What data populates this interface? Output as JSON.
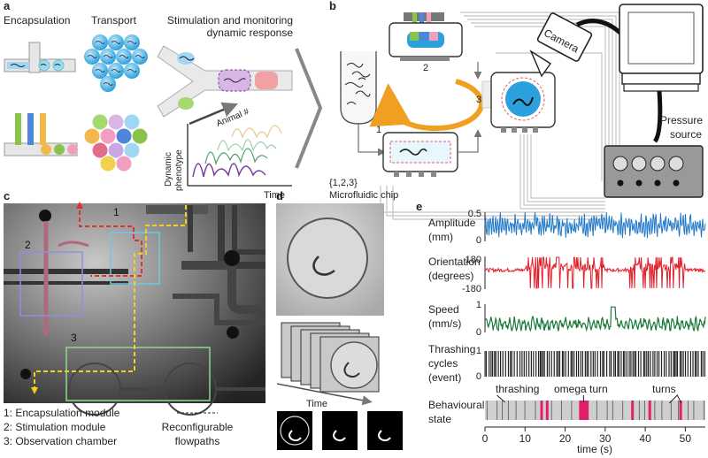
{
  "panels": {
    "a": "a",
    "b": "b",
    "c": "c",
    "d": "d",
    "e": "e"
  },
  "a": {
    "encapsulation": "Encapsulation",
    "transport": "Transport",
    "stim_line1": "Stimulation and monitoring",
    "stim_line2": "dynamic response",
    "animal": "Animal #",
    "dyn1": "Dynamic",
    "dyn2": "phenotype",
    "time": "Time"
  },
  "b": {
    "camera": "Camera",
    "pressure1": "Pressure",
    "pressure2": "source",
    "chip1": "{1,2,3}",
    "chip2": "Microfluidic chip",
    "n1": "1",
    "n2": "2",
    "n3": "3"
  },
  "c": {
    "n1": "1",
    "n2": "2",
    "n3": "3",
    "legend1": "1: Encapsulation module",
    "legend2": "2: Stimulation module",
    "legend3": "3: Observation chamber",
    "flow1": "Reconfigurable",
    "flow2": "flowpaths"
  },
  "d": {
    "time": "Time"
  },
  "e": {
    "amp1": "Amplitude",
    "amp2": "(mm)",
    "ori1": "Orientation",
    "ori2": "(degrees)",
    "spd1": "Speed",
    "spd2": "(mm/s)",
    "thr1": "Thrashing",
    "thr2": "cycles",
    "thr3": "(event)",
    "beh1": "Behavioural",
    "beh2": "state",
    "ann_thrash": "thrashing",
    "ann_omega": "omega turn",
    "ann_turns": "turns",
    "xlabel": "time (s)",
    "amp_ticks": [
      "0.5",
      "0"
    ],
    "ori_ticks": [
      "180",
      "-180"
    ],
    "spd_ticks": [
      "1",
      "0"
    ],
    "thr_ticks": [
      "1",
      "0"
    ],
    "x_ticks": [
      "0",
      "10",
      "20",
      "30",
      "40",
      "50"
    ],
    "xrange": [
      0,
      55
    ],
    "colors": {
      "amplitude": "#1f78c8",
      "orientation": "#e0202a",
      "speed": "#1a7a3a",
      "events": "#222222",
      "omega": "#e0206a",
      "state_bg": "#cfcfcf"
    }
  },
  "chart_data": [
    {
      "type": "line",
      "ylabel": "Amplitude (mm)",
      "ylim": [
        0,
        0.5
      ],
      "xlim": [
        0,
        55
      ],
      "note": "dense oscillating trace, mostly 0.15–0.45 mm"
    },
    {
      "type": "line",
      "ylabel": "Orientation (degrees)",
      "ylim": [
        -180,
        180
      ],
      "xlim": [
        0,
        55
      ],
      "note": "mostly near 0–60°, wraps between +180 and -180 around 10–30 s and 36–50 s"
    },
    {
      "type": "line",
      "ylabel": "Speed (mm/s)",
      "ylim": [
        0,
        1
      ],
      "xlim": [
        0,
        55
      ],
      "note": "fluctuates 0.1–0.6 mm/s, peak ~0.9 near 32 s"
    },
    {
      "type": "bar",
      "ylabel": "Thrashing cycles (event)",
      "ylim": [
        0,
        1
      ],
      "xlim": [
        0,
        55
      ],
      "note": "binary event train, ~100 events"
    },
    {
      "type": "heatmap",
      "ylabel": "Behavioural state",
      "xlim": [
        0,
        55
      ],
      "states": [
        "thrashing",
        "omega turn",
        "turns"
      ],
      "omega_turns_s": [
        13.8,
        15.2,
        23.5,
        24.3,
        25.2,
        36.5,
        40.8,
        48.5
      ]
    }
  ]
}
